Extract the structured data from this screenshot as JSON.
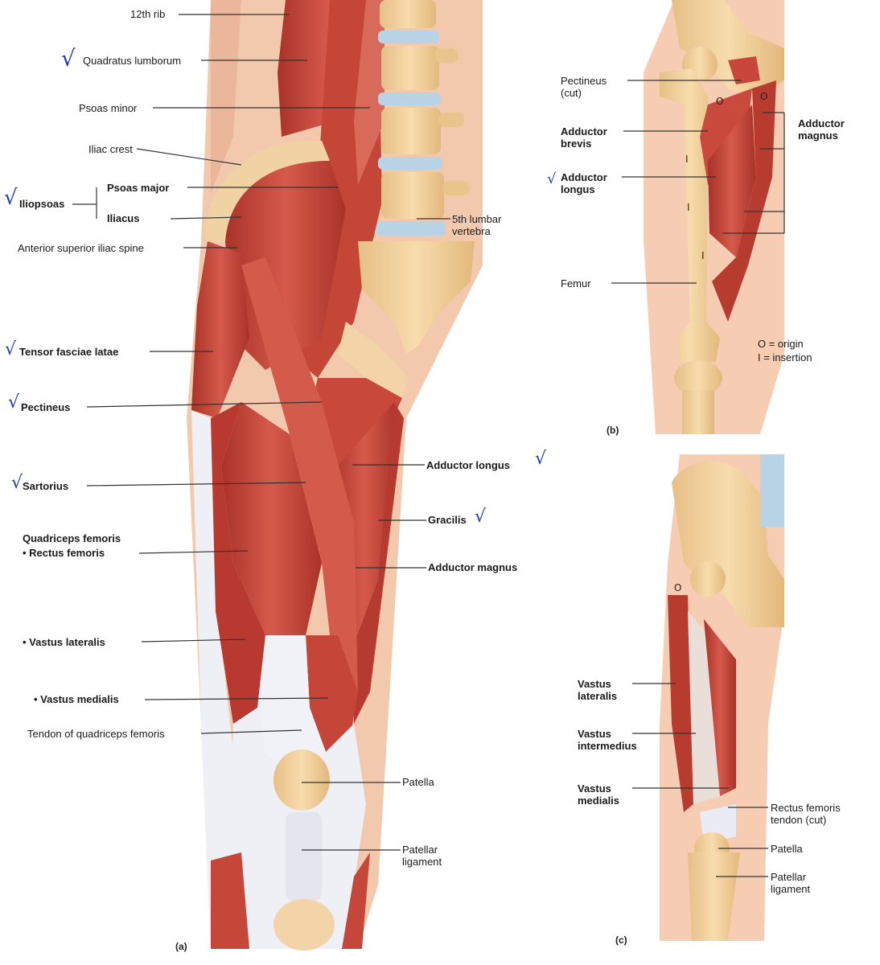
{
  "colors": {
    "muscle": "#c8463b",
    "muscle_dark": "#9c2c25",
    "bone": "#f0cf9a",
    "skin": "#f6cdb2",
    "tendon": "#eef0f6",
    "disc": "#b9d3e6",
    "leader": "#333333",
    "check": "#1f3fb0"
  },
  "check_mark": "√",
  "panel_a": {
    "label": "(a)",
    "labels": {
      "rib12": "12th rib",
      "quadratus": "Quadratus lumborum",
      "psoas_minor": "Psoas minor",
      "iliac_crest": "Iliac crest",
      "iliopsoas": "Iliopsoas",
      "psoas_major": "Psoas major",
      "iliacus": "Iliacus",
      "lumbar5": "5th lumbar\nvertebra",
      "asis": "Anterior superior iliac spine",
      "tfl": "Tensor fasciae latae",
      "pectineus": "Pectineus",
      "sartorius": "Sartorius",
      "adductor_longus": "Adductor longus",
      "gracilis": "Gracilis",
      "quadriceps": "Quadriceps femoris",
      "rectus_femoris": "• Rectus femoris",
      "adductor_magnus": "Adductor magnus",
      "vastus_lateralis": "• Vastus lateralis",
      "vastus_medialis": "• Vastus medialis",
      "quad_tendon": "Tendon of quadriceps femoris",
      "patella": "Patella",
      "patellar_ligament": "Patellar\nligament"
    }
  },
  "panel_b": {
    "label": "(b)",
    "labels": {
      "pectineus_cut": "Pectineus\n(cut)",
      "adductor_brevis": "Adductor\nbrevis",
      "adductor_longus": "Adductor\nlongus",
      "adductor_magnus": "Adductor\nmagnus",
      "femur": "Femur",
      "origin_key": "O = origin",
      "insertion_key": "I = insertion",
      "origin_marker": "O",
      "insertion_marker": "I"
    }
  },
  "panel_c": {
    "label": "(c)",
    "labels": {
      "vastus_lateralis": "Vastus\nlateralis",
      "vastus_intermedius": "Vastus\nintermedius",
      "vastus_medialis": "Vastus\nmedialis",
      "rectus_tendon": "Rectus femoris\ntendon (cut)",
      "patella": "Patella",
      "patellar_ligament": "Patellar\nligament",
      "origin_marker": "O"
    }
  }
}
